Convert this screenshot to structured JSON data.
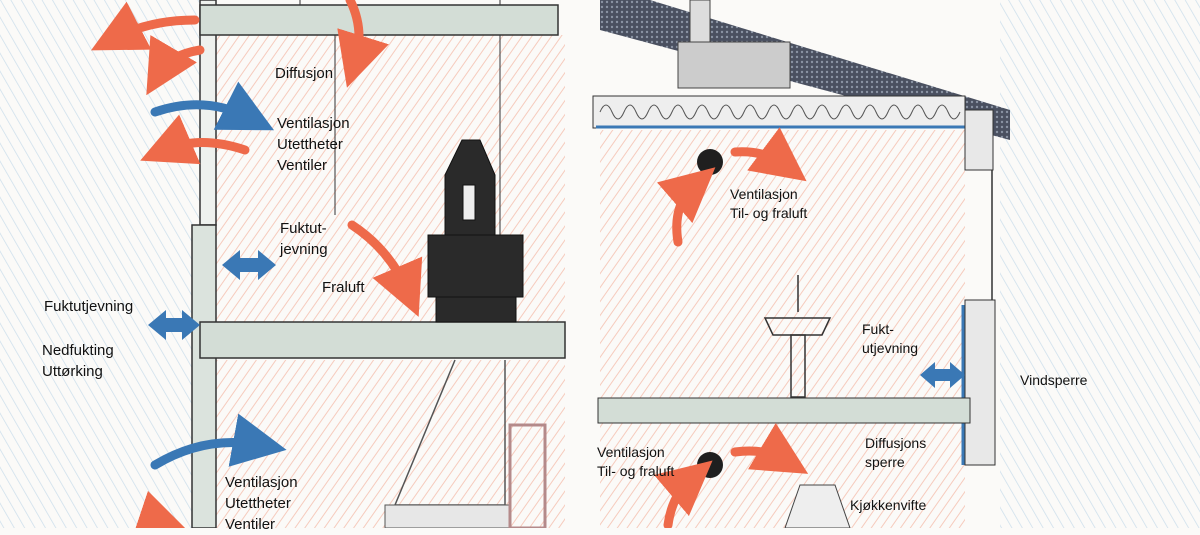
{
  "colors": {
    "warm": "#ee6a4a",
    "cool": "#3a78b5",
    "wall": "#c9d3cc",
    "roof": "#3a3f4a",
    "stove": "#222222"
  },
  "labels": {
    "diffusjon": "Diffusjon",
    "vent1": [
      "Ventilasjon",
      "Utettheter",
      "Ventiler"
    ],
    "fuktut1": [
      "Fuktut-",
      "jevning"
    ],
    "fraluft": "Fraluft",
    "fuktutjevning": "Fuktutjevning",
    "nedfukting": [
      "Nedfukting",
      "Uttørking"
    ],
    "vent2": [
      "Ventilasjon",
      "Utettheter",
      "Ventiler"
    ],
    "vent3": [
      "Ventilasjon",
      "Til- og fraluft"
    ],
    "fukt2": [
      "Fukt-",
      "utjevning"
    ],
    "vindsperre": "Vindsperre",
    "diffsperre": [
      "Diffusjons",
      "sperre"
    ],
    "vent4": [
      "Ventilasjon",
      "Til- og fraluft"
    ],
    "kjokkenvifte": "Kjøkkenvifte"
  }
}
